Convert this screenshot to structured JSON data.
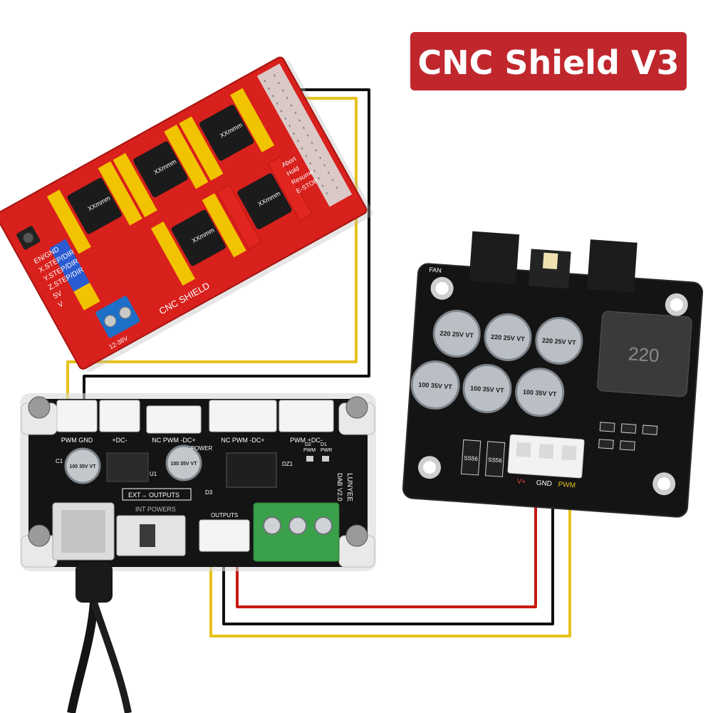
{
  "title": "CNC Shield V3",
  "colors": {
    "badge": "#c0272d",
    "shield_red": "#d8201c",
    "driver_yellow": "#f2c300",
    "pcb_black": "#141414",
    "wire_yellow": "#e8c21c",
    "wire_black": "#111111",
    "wire_red": "#c81a12",
    "terminal_green": "#3aa04a",
    "terminal_blue": "#1e6fc8"
  },
  "cnc_shield": {
    "label": "CNC SHIELD",
    "left_pins": [
      "EN/GND",
      "X.STEP/DIR",
      "Y.STEP/DIR",
      "Z.STEP/DIR",
      "5V",
      "V"
    ],
    "right_pins": [
      "Abort",
      "Hold",
      "Resume",
      "E-STOP"
    ],
    "power_label": "12-36V",
    "driver_label": "XXmmm"
  },
  "controller_board": {
    "connectors": [
      "PWM GND",
      "+DC-",
      "NC PWM -DC+",
      "NC PWM -DC+",
      "PWM +DC-"
    ],
    "power_label": "POWER",
    "brand": "LUNYEE",
    "model": "DAB V2.0",
    "ext_label": "EXT→ OUTPUTS",
    "int_label": "INT POWERS",
    "outputs_label": "OUTPUTS",
    "led_labels": [
      "D2",
      "D1",
      "PWM",
      "PWR"
    ],
    "cap_label_1": "100 35V VT",
    "cap_label_2": "100 35V VT",
    "chip_label": "DZ1",
    "reference_labels": [
      "C1",
      "U1",
      "D3"
    ]
  },
  "fan_module": {
    "fan_label": "FAN",
    "inductor_label": "220",
    "caps_top": [
      "220 25V VT",
      "220 25V VT",
      "220 25V VT"
    ],
    "caps_bottom": [
      "100 35V VT",
      "100 35V VT",
      "100 35V VT"
    ],
    "connector_labels": [
      "V+",
      "GND",
      "PWM"
    ],
    "diode_label": "SS56"
  }
}
